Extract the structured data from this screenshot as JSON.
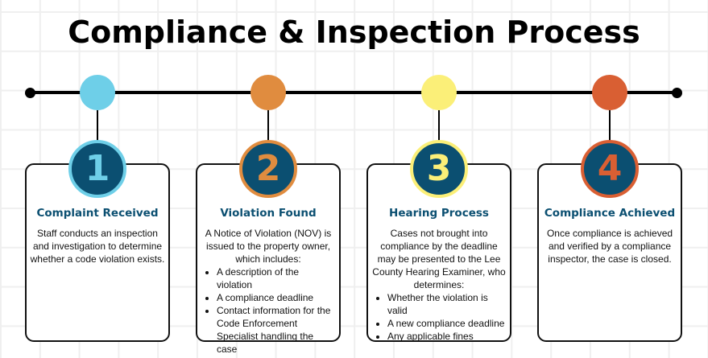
{
  "title": "Compliance & Inspection Process",
  "colors": {
    "circle_fill": "#0b4f71",
    "heading": "#0b4f71"
  },
  "steps": [
    {
      "number": "1",
      "accent": "#6ecfe8",
      "heading": "Complaint Received",
      "text": "Staff conducts an inspection and investigation to determine whether a code violation exists.",
      "bullets": []
    },
    {
      "number": "2",
      "accent": "#e08c3f",
      "heading": "Violation Found",
      "text": "A Notice of Violation (NOV) is issued to the property owner, which includes:",
      "bullets": [
        "A description of the violation",
        "A compliance deadline",
        "Contact information for the Code Enforcement Specialist handling the case"
      ]
    },
    {
      "number": "3",
      "accent": "#fbef78",
      "heading": "Hearing Process",
      "text": "Cases not brought into compliance by the deadline may be presented to the Lee County Hearing Examiner, who determines:",
      "bullets": [
        "Whether the violation is valid",
        "A new compliance deadline",
        "Any applicable fines"
      ]
    },
    {
      "number": "4",
      "accent": "#d95f33",
      "heading": "Compliance Achieved",
      "text": "Once compliance is achieved and verified by a compliance inspector, the case is closed.",
      "bullets": []
    }
  ]
}
